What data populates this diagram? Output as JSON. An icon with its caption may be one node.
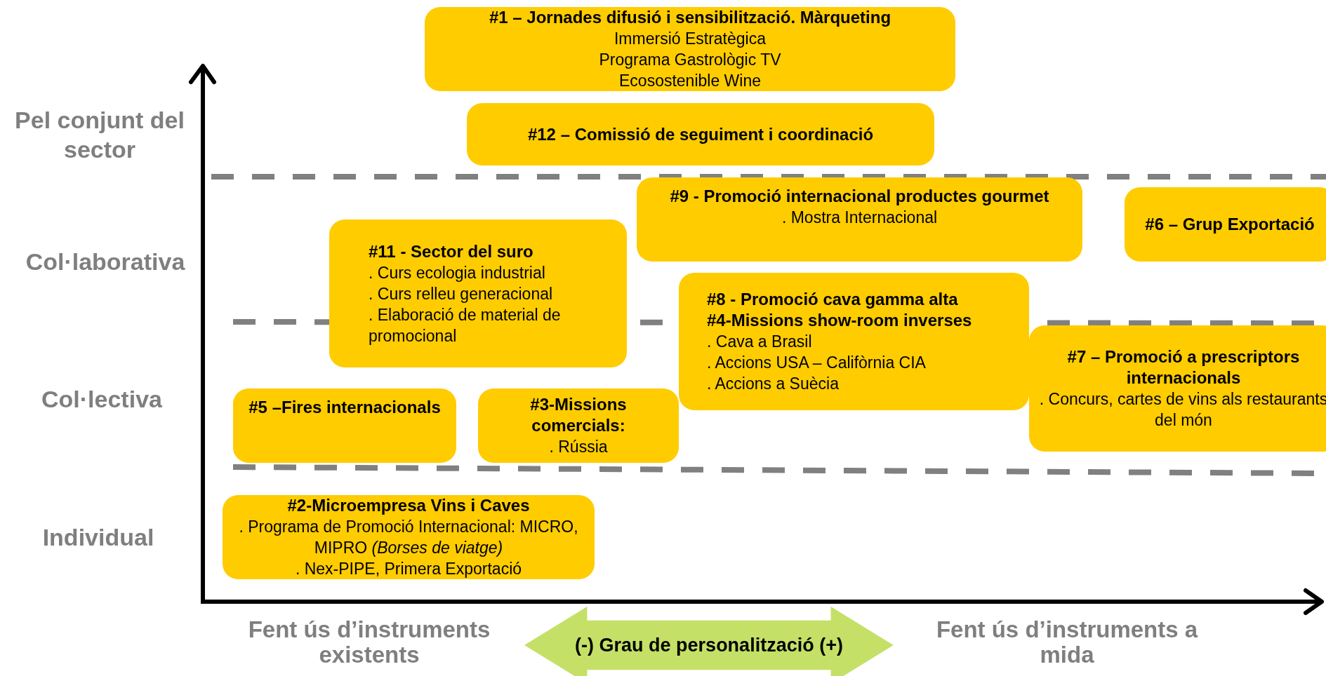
{
  "diagram": {
    "nodes": [
      {
        "text": [
          "#1 – Jornades difusió i sensibilització. Màrqueting",
          "Immersió Estratègica",
          "Programa Gastrològic TV",
          "Ecosostenible Wine"
        ]
      },
      {
        "text": [
          "#12 – Comissió de seguiment i coordinació"
        ]
      },
      {
        "text": [
          "#9 - Promoció internacional productes gourmet",
          ". Mostra Internacional"
        ]
      },
      {
        "text": [
          "#6 – Grup Exportació"
        ]
      },
      {
        "text": [
          "#11 - Sector del suro",
          ". Curs ecologia industrial",
          ". Curs relleu generacional",
          ". Elaboració de material de promocional"
        ]
      },
      {
        "text": [
          "#8 - Promoció cava gamma alta",
          "#4-Missions show-room inverses",
          ". Cava a Brasil",
          ". Accions USA – Califòrnia CIA",
          ". Accions a Suècia"
        ]
      },
      {
        "text": [
          "#7  – Promoció a prescriptors internacionals",
          ". Concurs, cartes de vins als restaurants del món"
        ]
      },
      {
        "text": [
          "#5 –Fires internacionals"
        ]
      },
      {
        "text": [
          "#3-Missions comercials:",
          ". Rússia"
        ]
      },
      {
        "text": [
          "#2-Microempresa Vins i Caves",
          ". Programa de Promoció Internacional: MICRO, MIPRO *(Borses de viatge)*",
          ". Nex-PIPE, Primera Exportació"
        ]
      },
      {
        "text": [
          "(-) Grau de personalització (+)"
        ]
      }
    ],
    "edges": [],
    "labels": [
      "Pel conjunt del sector",
      "Col·laborativa",
      "Col·lectiva",
      "Individual",
      "Fent ús d’instruments existents",
      "Fent ús d’instruments a mida"
    ]
  }
}
